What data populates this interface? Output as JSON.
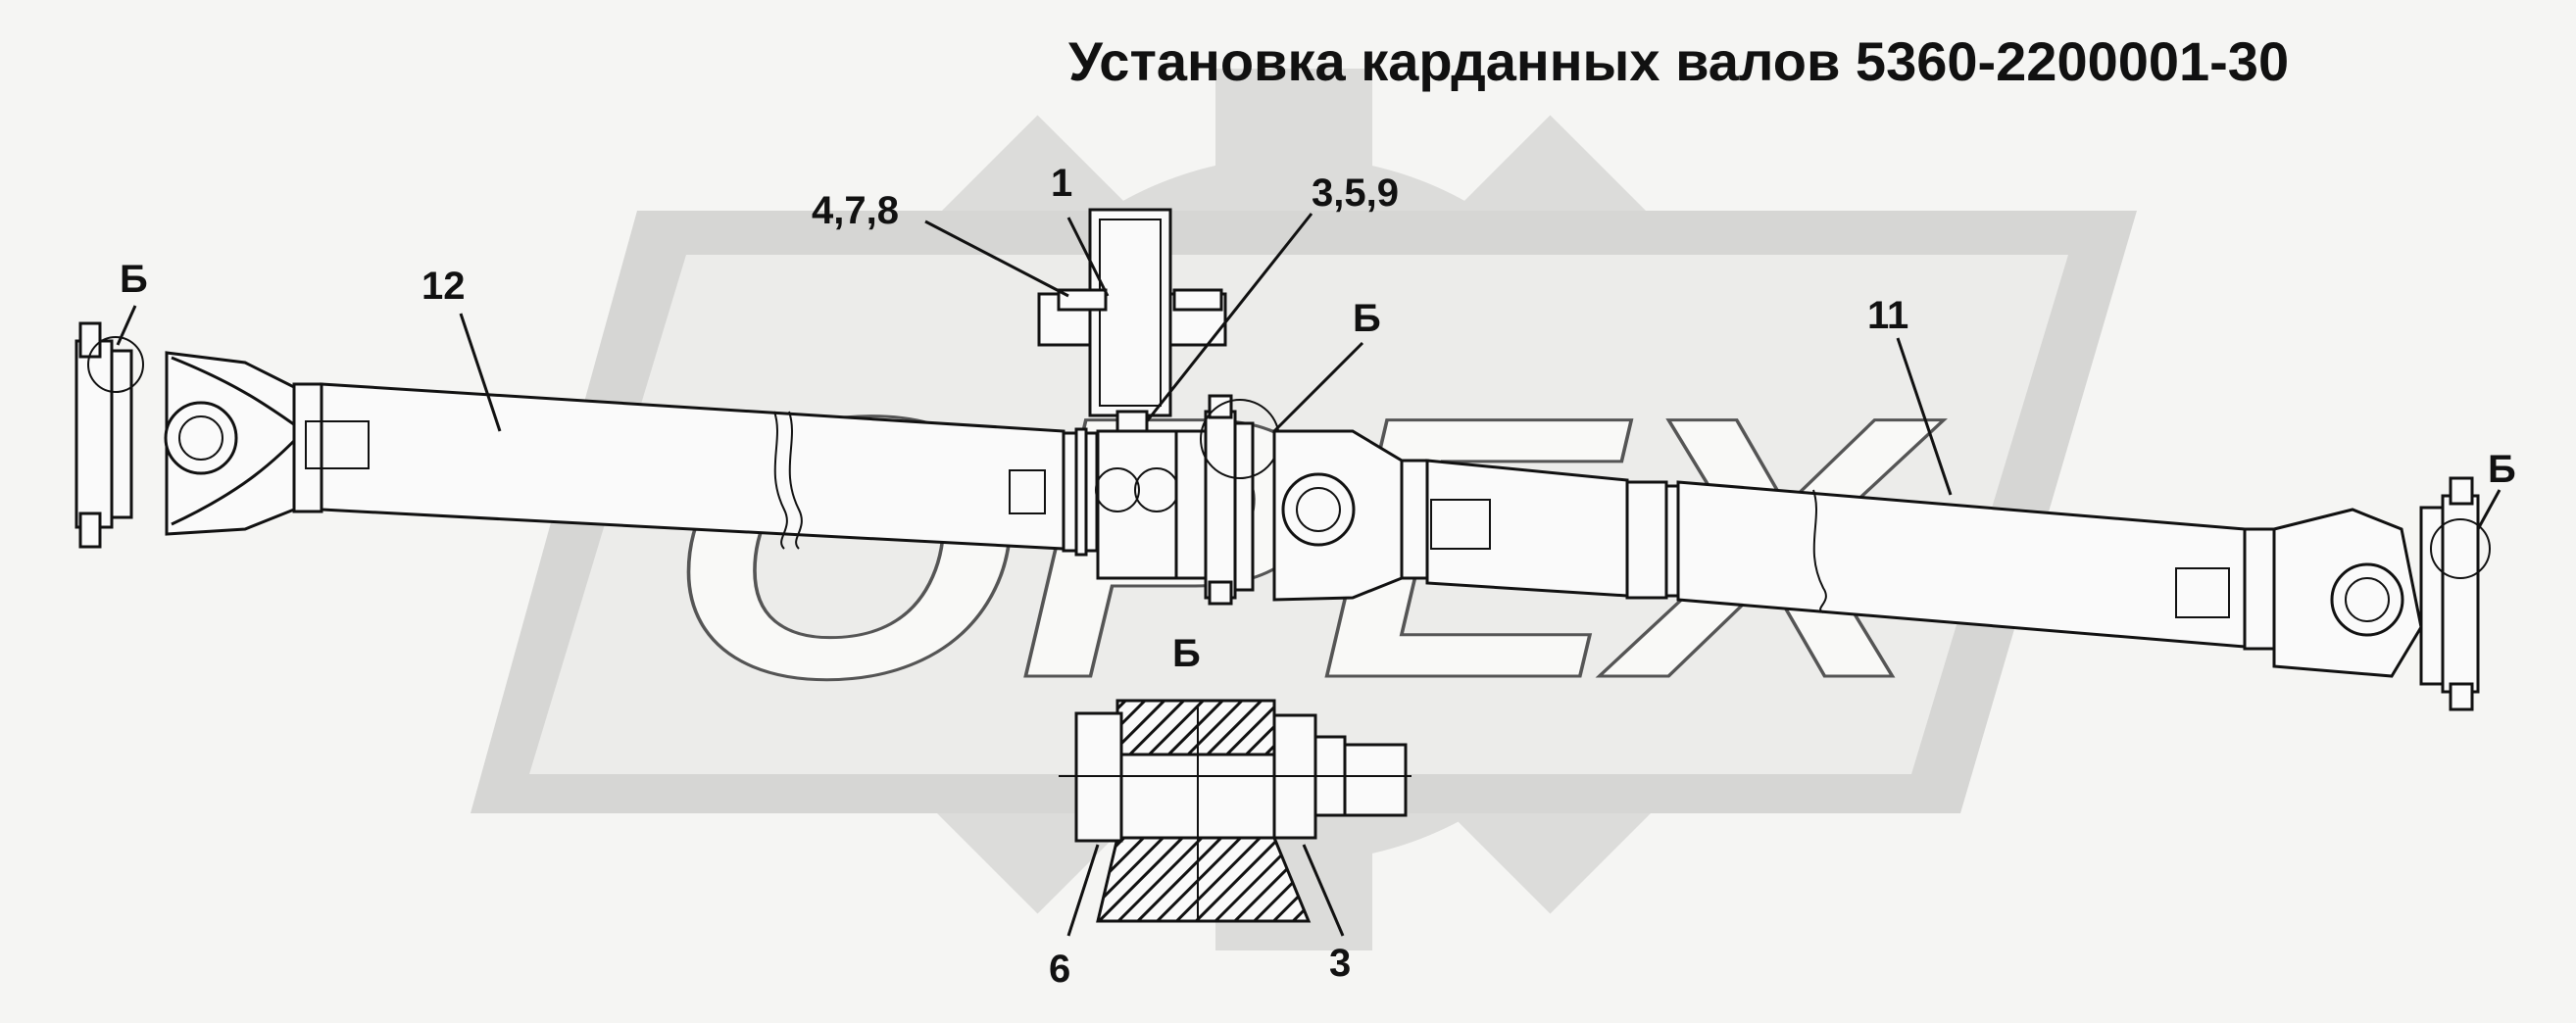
{
  "title": "Установка карданных валов 5360-2200001-30",
  "watermark": "OPEX",
  "callouts": {
    "b_left": "Б",
    "b_center": "Б",
    "b_right": "Б",
    "b_detail": "Б",
    "n12": "12",
    "n478": "4,7,8",
    "n1": "1",
    "n359": "3,5,9",
    "n11": "11",
    "n6": "6",
    "n3": "3"
  },
  "colors": {
    "watermark": "#d4d4d2",
    "ink": "#111111",
    "background": "#f5f5f3"
  }
}
